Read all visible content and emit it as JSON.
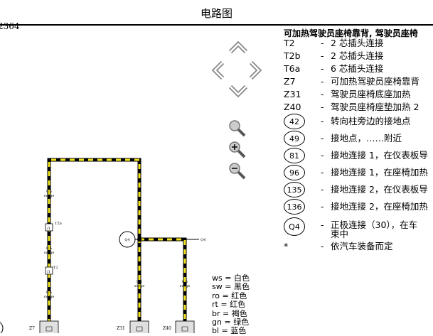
{
  "header": {
    "title": "电路图",
    "page_number": "2364"
  },
  "navigation": {
    "pan_up": "arrow-up-icon",
    "pan_left": "arrow-left-icon",
    "pan_right": "arrow-right-icon",
    "pan_down": "arrow-down-icon",
    "zoom_fit": "zoom-fit-icon",
    "zoom_in": "zoom-in-icon",
    "zoom_out": "zoom-out-icon"
  },
  "legend": {
    "title": "可加热驾驶员座椅靠背, 驾驶员座椅",
    "items": [
      {
        "code": "T2",
        "desc": "2 芯插头连接"
      },
      {
        "code": "T2b",
        "desc": "2 芯插头连接"
      },
      {
        "code": "T6a",
        "desc": "6 芯插头连接"
      },
      {
        "code": "Z7",
        "desc": "可加热驾驶员座椅靠背"
      },
      {
        "code": "Z31",
        "desc": "驾驶员座椅底座加热"
      },
      {
        "code": "Z40",
        "desc": "驾驶员座椅座垫加热 2"
      },
      {
        "code": "42",
        "desc": "转向柱旁边的接地点"
      },
      {
        "code": "49",
        "desc": "接地点，……附近"
      },
      {
        "code": "81",
        "desc": "接地连接 1，在仪表板导"
      },
      {
        "code": "96",
        "desc": "接地连接 1，在座椅加热"
      },
      {
        "code": "135",
        "desc": "接地连接 2，在仪表板导"
      },
      {
        "code": "136",
        "desc": "接地连接 2，在座椅加热"
      },
      {
        "code": "Q4",
        "desc": "正极连接（30），在车",
        "desc2": "束中"
      },
      {
        "code": "*",
        "desc": "依汽车装备而定"
      }
    ]
  },
  "wire_colors": [
    {
      "code": "ws",
      "name": "白色"
    },
    {
      "code": "sw",
      "name": "黑色"
    },
    {
      "code": "ro",
      "name": "红色"
    },
    {
      "code": "rt",
      "name": "红色"
    },
    {
      "code": "br",
      "name": "褐色"
    },
    {
      "code": "gn",
      "name": "绿色"
    },
    {
      "code": "bl",
      "name": "蓝色"
    }
  ],
  "diagram": {
    "wire_gauge": "0.5",
    "wire_color": "sw/ge",
    "connector_t2b": "T2b",
    "connector_t2b_pin": "/1",
    "connector_t2": "T2",
    "connector_t2_pin": "/1",
    "node_q4": "Q4",
    "q4_ref": "Q4",
    "component_z7": "Z7",
    "component_z31": "Z31",
    "component_z40": "Z40"
  },
  "colors": {
    "wire_base": "#000000",
    "wire_stripe": "#f2e21a"
  }
}
